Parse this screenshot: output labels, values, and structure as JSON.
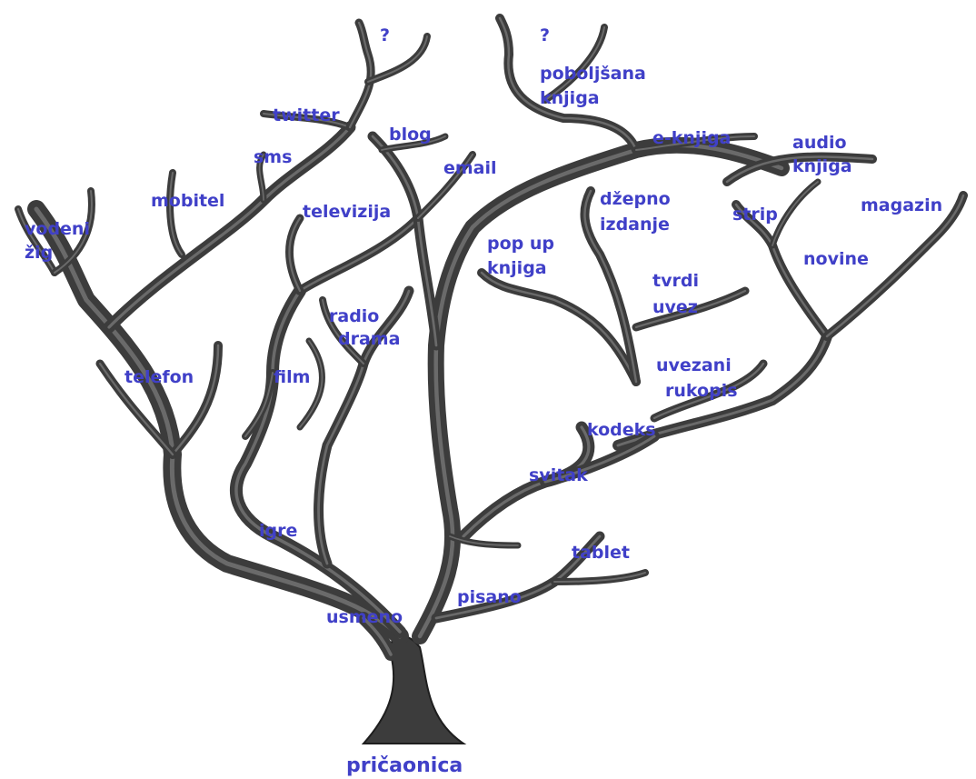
{
  "colors": {
    "label": "#4040c8",
    "branch": "#3c3c3c",
    "branch_edge": "#1e1e1e"
  },
  "root_label": "pričaonica",
  "labels": {
    "q1": "?",
    "q2": "?",
    "poboljsana_1": "poboljšana",
    "poboljsana_2": "knjiga",
    "twitter": "twitter",
    "blog": "blog",
    "eknjiga": "e-knjiga",
    "audio_1": "audio",
    "audio_2": "knjiga",
    "sms": "sms",
    "email": "email",
    "mobitel": "mobitel",
    "dzepno_1": "džepno",
    "dzepno_2": "izdanje",
    "magazin": "magazin",
    "vodeni_1": "vodeni",
    "vodeni_2": "žig",
    "televizija": "televizija",
    "strip": "strip",
    "popup_1": "pop up",
    "popup_2": "knjiga",
    "novine": "novine",
    "tvrdi_1": "tvrdi",
    "tvrdi_2": "uvez",
    "radio_1": "radio",
    "radio_2": "drama",
    "telefon": "telefon",
    "film": "film",
    "uvezani_1": "uvezani",
    "uvezani_2": "rukopis",
    "kodeks": "kodeks",
    "svitak": "svitak",
    "igre": "igre",
    "tablet": "tablet",
    "pisano": "pisano",
    "usmeno": "usmeno"
  }
}
